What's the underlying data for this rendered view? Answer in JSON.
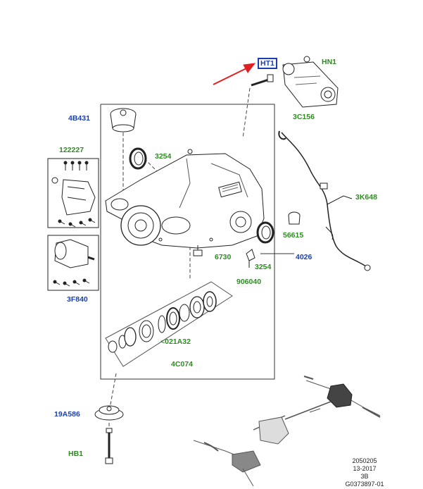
{
  "labels": {
    "ht1": "HT1",
    "hn1": "HN1",
    "p3c156": "3C156",
    "p4b431": "4B431",
    "p3254_top": "3254",
    "p122227": "122227",
    "p3k648": "3K648",
    "p56615": "56615",
    "p6730": "6730",
    "p4026": "4026",
    "p3254_bottom": "3254",
    "p906040": "906040",
    "p3f840": "3F840",
    "p021a32": "<021A32",
    "p4c074": "4C074",
    "p19a586": "19A586",
    "hb1": "HB1"
  },
  "reference": {
    "line1": "2050205",
    "line2": "13-2017",
    "line3": "3B",
    "line4": "G0373897-01"
  },
  "colors": {
    "green_label": "#2e8b22",
    "blue_label": "#1a3fb0",
    "highlight_arrow": "#e02020",
    "line_art": "#222222"
  }
}
